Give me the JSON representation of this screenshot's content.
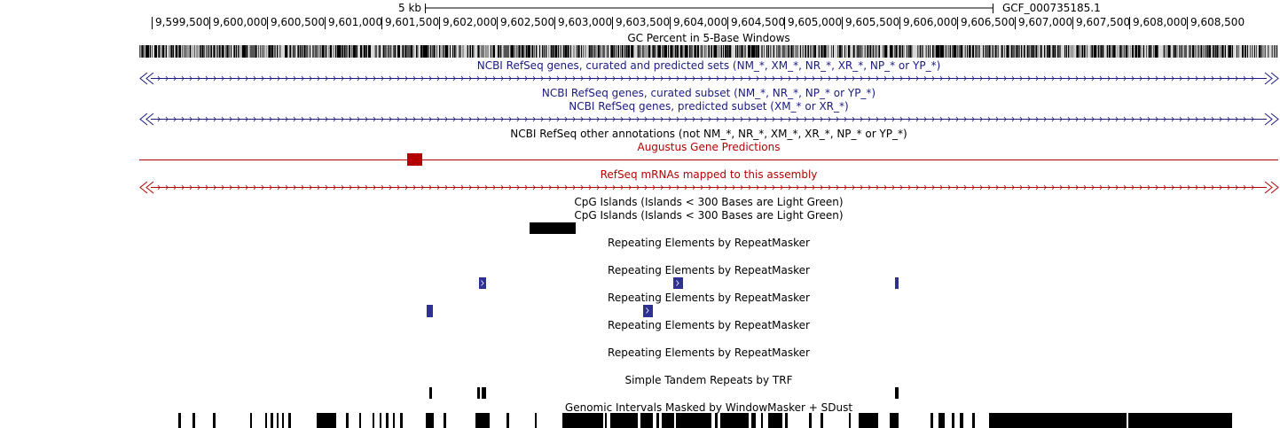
{
  "scale_bar": {
    "label": "5 kb",
    "assembly": "GCF_000735185.1"
  },
  "ruler": {
    "ticks": [
      "9,599,500",
      "9,600,000",
      "9,600,500",
      "9,601,000",
      "9,601,500",
      "9,602,000",
      "9,602,500",
      "9,603,000",
      "9,603,500",
      "9,604,000",
      "9,604,500",
      "9,605,000",
      "9,605,500",
      "9,606,000",
      "9,606,500",
      "9,607,000",
      "9,607,500",
      "9,608,000",
      "9,608,500"
    ]
  },
  "colors": {
    "refseq_blue": "#1a1a80",
    "augustus_red": "#b30000",
    "repeat_blue": "#2e3192",
    "black": "#000000"
  },
  "tracks": {
    "gc_percent": "GC Percent in 5-Base Windows",
    "refseq_all": "NCBI RefSeq genes, curated and predicted sets (NM_*, XM_*, NR_*, XR_*, NP_* or YP_*)",
    "refseq_curated": "NCBI RefSeq genes, curated subset (NM_*, NR_*, NP_* or YP_*)",
    "refseq_predicted": "NCBI RefSeq genes, predicted subset (XM_* or XR_*)",
    "refseq_other": "NCBI RefSeq other annotations (not NM_*, NR_*, XM_*, XR_*, NP_* or YP_*)",
    "augustus": "Augustus Gene Predictions",
    "refseq_mrna": "RefSeq mRNAs mapped to this assembly",
    "cpg_1": "CpG Islands (Islands < 300 Bases are Light Green)",
    "cpg_2": "CpG Islands (Islands < 300 Bases are Light Green)",
    "rmsk_1": "Repeating Elements by RepeatMasker",
    "rmsk_2": "Repeating Elements by RepeatMasker",
    "rmsk_3": "Repeating Elements by RepeatMasker",
    "rmsk_4": "Repeating Elements by RepeatMasker",
    "rmsk_5": "Repeating Elements by RepeatMasker",
    "trf": "Simple Tandem Repeats by TRF",
    "windowmasker": "Genomic Intervals Masked by WindowMasker + SDust"
  }
}
